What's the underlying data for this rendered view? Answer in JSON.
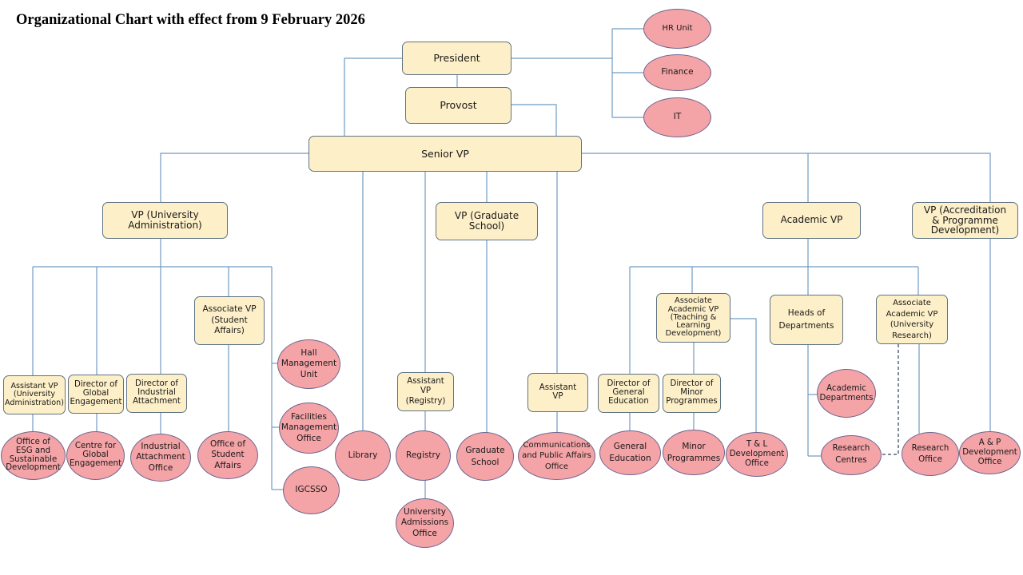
{
  "title": "Organizational Chart with effect from 9 February 2026",
  "colors": {
    "position_fill": "#fdefc7",
    "position_border": "#5f7384",
    "unit_fill": "#f4a3a6",
    "unit_border": "#6f6590",
    "connector": "#6f9bc2",
    "dotted_connector": "#55647c"
  },
  "positions": {
    "president": "President",
    "provost": "Provost",
    "senior_vp": "Senior VP",
    "vp_univ_admin": "VP (University\nAdministration)",
    "vp_grad_school": "VP (Graduate\nSchool)",
    "academic_vp": "Academic VP",
    "vp_accreditation": "VP (Accreditation\n& Programme\nDevelopment)",
    "assoc_vp_student_affairs": "Associate VP\n(Student\nAffairs)",
    "asst_vp_univ_admin": "Assistant VP\n(University\nAdministration)",
    "dir_global_engagement": "Director of\nGlobal\nEngagement",
    "dir_industrial_attachment": "Director of\nIndustrial\nAttachment",
    "asst_vp_registry": "Assistant\nVP\n(Registry)",
    "asst_vp": "Assistant\nVP",
    "assoc_acad_vp_tld": "Associate\nAcademic VP\n(Teaching &\nLearning\nDevelopment)",
    "heads_of_departments": "Heads of\nDepartments",
    "assoc_acad_vp_research": "Associate\nAcademic VP\n(University\nResearch)",
    "dir_general_education": "Director of\nGeneral\nEducation",
    "dir_minor_programmes": "Director of\nMinor\nProgrammes"
  },
  "units": {
    "hr_unit": "HR Unit",
    "finance": "Finance",
    "it": "IT",
    "hall_management": "Hall\nManagement\nUnit",
    "facilities_management": "Facilities\nManagement\nOffice",
    "igcsso": "IGCSSO",
    "office_esg": "Office of\nESG and\nSustainable\nDevelopment",
    "centre_global_engagement": "Centre for\nGlobal\nEngagement",
    "industrial_attachment_office": "Industrial\nAttachment\nOffice",
    "office_student_affairs": "Office of\nStudent\nAffairs",
    "library": "Library",
    "registry": "Registry",
    "university_admissions": "University\nAdmissions\nOffice",
    "graduate_school": "Graduate\nSchool",
    "communications_office": "Communications\nand Public Affairs\nOffice",
    "general_education": "General\nEducation",
    "minor_programmes": "Minor\nProgrammes",
    "tl_development_office": "T & L\nDevelopment\nOffice",
    "academic_departments": "Academic\nDepartments",
    "research_centres": "Research\nCentres",
    "research_office": "Research\nOffice",
    "ap_development_office": "A & P\nDevelopment\nOffice"
  }
}
